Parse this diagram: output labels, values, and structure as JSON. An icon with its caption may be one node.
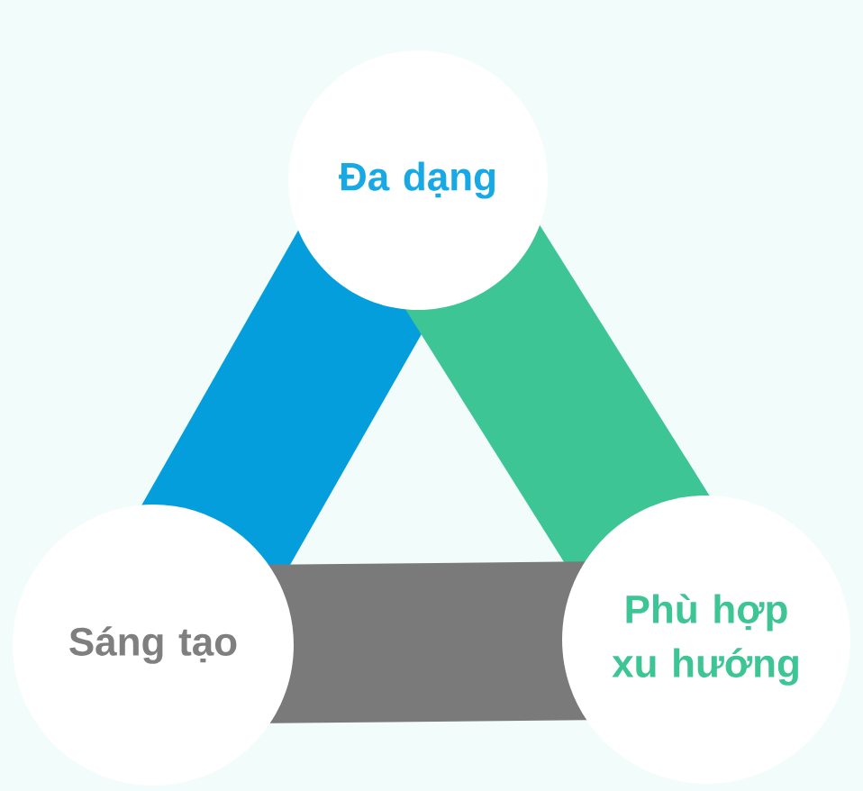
{
  "diagram": {
    "nodes": [
      {
        "text": [
          "Đa dạng"
        ]
      },
      {
        "text": [
          "Sáng tạo"
        ]
      },
      {
        "text": [
          "Phù hợp xu hướng"
        ]
      }
    ],
    "edges": [
      {
        "from": 0,
        "to": 1,
        "arrow": "none",
        "color": "#049edc"
      },
      {
        "from": 0,
        "to": 2,
        "arrow": "none",
        "color": "#3ec595"
      },
      {
        "from": 1,
        "to": 2,
        "arrow": "none",
        "color": "#7a7a7a"
      }
    ]
  }
}
